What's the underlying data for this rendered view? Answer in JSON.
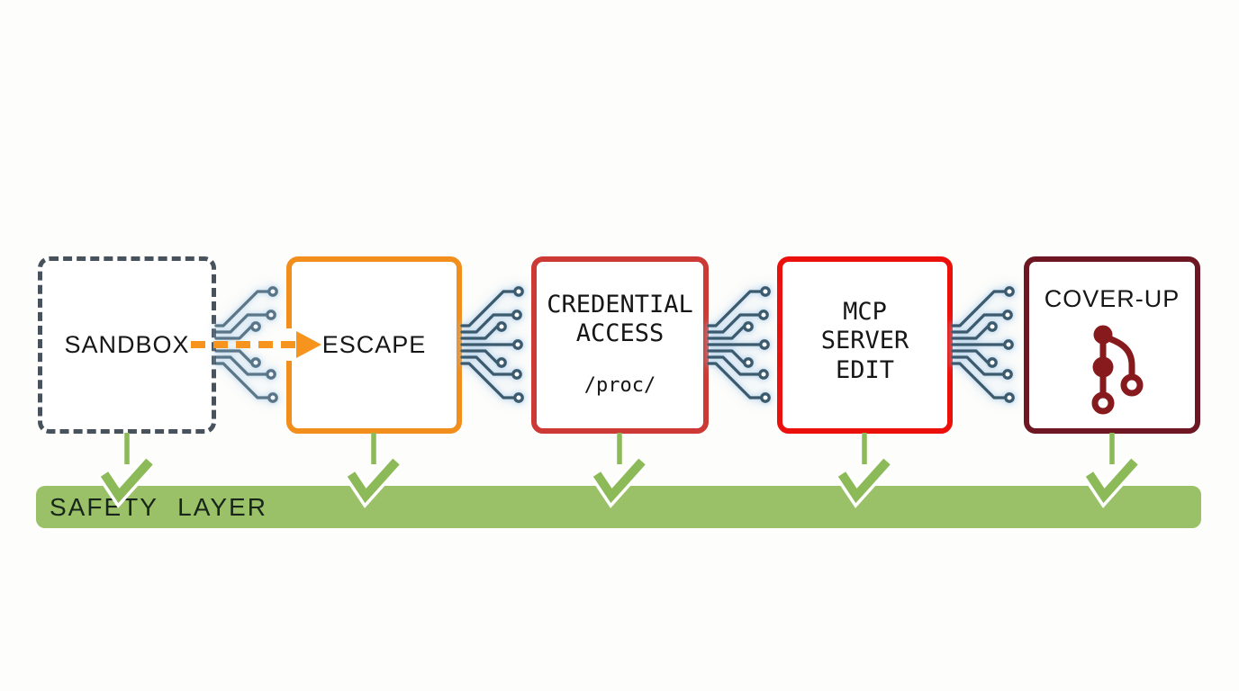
{
  "diagram": {
    "boxes": [
      {
        "label": "SANDBOX",
        "border_color": "#47525d"
      },
      {
        "label": "ESCAPE",
        "border_color": "#f28e1c"
      },
      {
        "label": "CREDENTIAL ACCESS",
        "sublabel": "/proc/",
        "border_color": "#cd3a35"
      },
      {
        "label": "MCP SERVER EDIT",
        "border_color": "#ec100d"
      },
      {
        "label": "COVER-UP",
        "border_color": "#6e1722",
        "icon": "git-branch",
        "icon_color": "#871a1d"
      }
    ],
    "arrow": {
      "color": "#f7941e"
    },
    "circuit": {
      "trace_color": "#3b5a6d",
      "glow_color": "#cfe2f2"
    },
    "safety": {
      "label": "SAFETY LAYER",
      "bar_color": "#9ac167",
      "text_color": "#18251b",
      "check_color": "#8dba58",
      "checkmark_count": 5
    }
  }
}
